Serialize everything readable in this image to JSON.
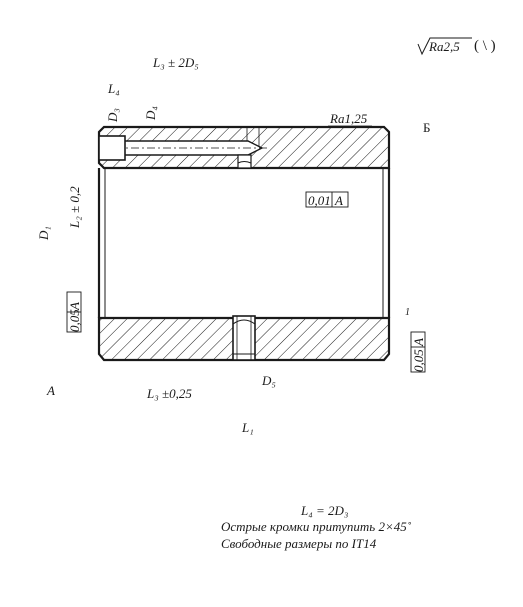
{
  "roughness": {
    "general": "Ra2,5",
    "paren": "(  \\  )",
    "surface": "Ra1,25"
  },
  "labels": {
    "L3_top": "L₃ ± 2D₅",
    "L4": "L₄",
    "D3": "D₃",
    "D4": "D₄",
    "B": "Б",
    "D1": "D₁",
    "L2": "L₂ ± 0,2",
    "tol_left": "0,05",
    "tol_left_datum": "A",
    "tol_inner": "0,01",
    "tol_inner_datum": "A",
    "tol_right": "0,05",
    "tol_right_datum": "A",
    "mark_one": "1",
    "D5": "D₅",
    "A": "A",
    "L3_bottom": "L₃ ±0,25",
    "L1": "L₁"
  },
  "notes": {
    "line1": "L₄ = 2D₃",
    "line2": "Острые кромки притупить 2×45˚",
    "line3": "Свободные размеры по IT14"
  }
}
